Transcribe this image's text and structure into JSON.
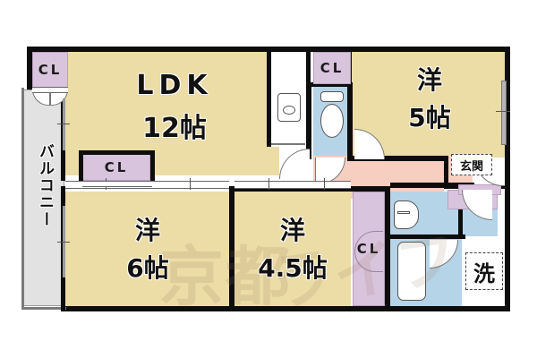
{
  "plan": {
    "type": "japanese-apartment-floorplan",
    "watermark": "京都",
    "watermark_2": "ライフ",
    "rooms": [
      {
        "id": "ldk",
        "label_main": "LDK",
        "label_size": "12帖",
        "color": "#ecdca6"
      },
      {
        "id": "yo5",
        "label_main": "洋",
        "label_size": "5帖",
        "color": "#ecdca6"
      },
      {
        "id": "yo6",
        "label_main": "洋",
        "label_size": "6帖",
        "color": "#ecdca6"
      },
      {
        "id": "yo45",
        "label_main": "洋",
        "label_size": "4.5帖",
        "color": "#ecdca6"
      },
      {
        "id": "balcony",
        "label_main": "バルコニー",
        "label_size": "",
        "color": "#e2e2e2"
      },
      {
        "id": "genkan",
        "label_main": "玄関",
        "label_size": "",
        "color": "#f7cfc0"
      },
      {
        "id": "sen",
        "label_main": "洗",
        "label_size": "",
        "color": "#b6d4e8"
      }
    ],
    "closets": [
      {
        "id": "cl-topleft",
        "label": "CL"
      },
      {
        "id": "cl-midleft",
        "label": "CL"
      },
      {
        "id": "cl-kitchen",
        "label": "CL"
      },
      {
        "id": "cl-yo45",
        "label": "CL"
      }
    ],
    "colors": {
      "room_fill": "#ecdca6",
      "hall_fill": "#f7cfc0",
      "water_fill": "#b6d4e8",
      "closet_fill": "#d9c4dd",
      "balcony_fill": "#e2e2e2",
      "wall": "#0d0d0d",
      "background": "#ffffff"
    }
  }
}
